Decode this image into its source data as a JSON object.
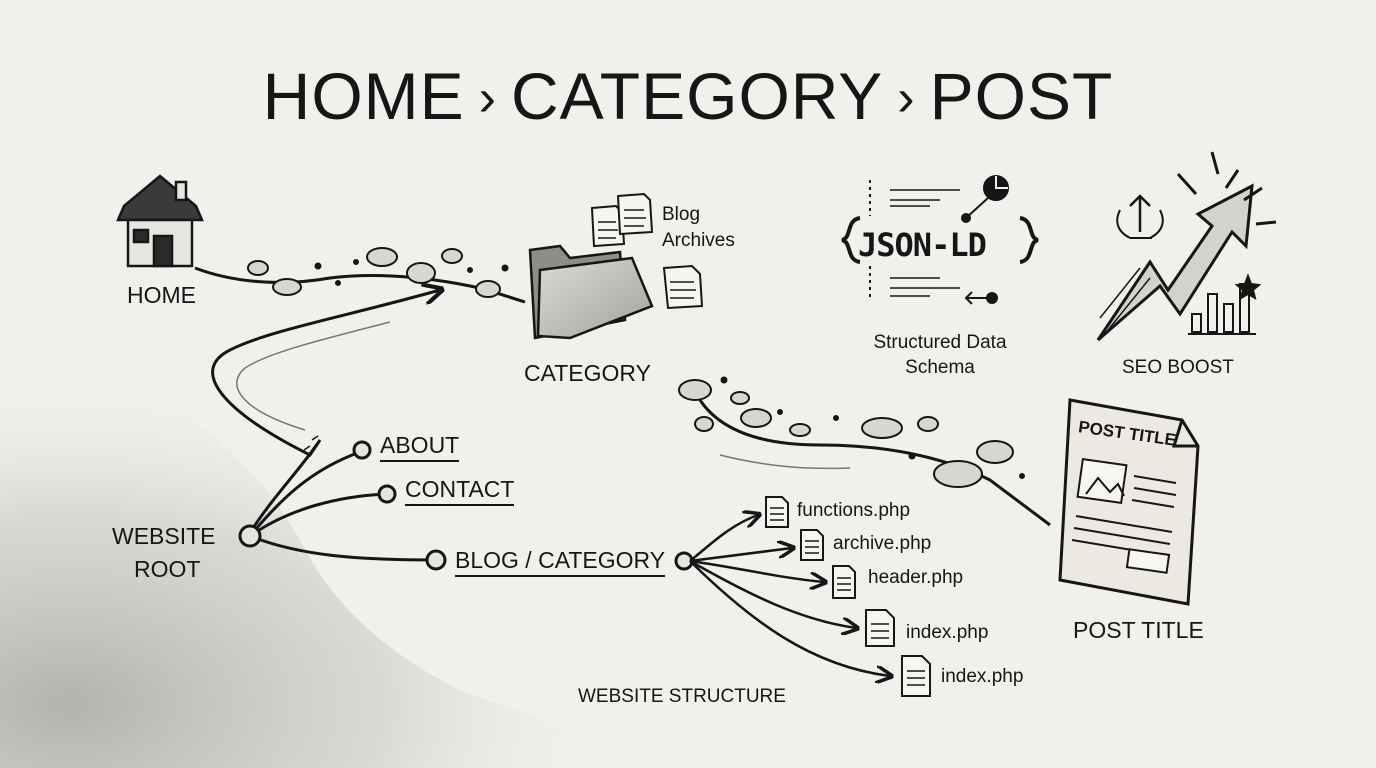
{
  "title": {
    "home": "HOME",
    "separator": "›",
    "category": "CATEGORY",
    "post": "POST"
  },
  "nodes": {
    "home": "HOME",
    "category": "CATEGORY",
    "blog_archives_line1": "Blog",
    "blog_archives_line2": "Archives",
    "json_ld": "JSON-LD",
    "json_ld_caption_line1": "Structured Data",
    "json_ld_caption_line2": "Schema",
    "seo_boost": "SEO BOOST",
    "post_title": "POST TITLE",
    "post_title_doc": "POST TITLE",
    "website_root_line1": "WEBSITE",
    "website_root_line2": "ROOT"
  },
  "menu": {
    "about": "ABOUT",
    "contact": "CONTACT",
    "blog_category": "BLOG / CATEGORY"
  },
  "files": [
    "functions.php",
    "archive.php",
    "header.php",
    "index.php",
    "index.php"
  ],
  "caption": "WEBSITE STRUCTURE",
  "icons": [
    "house-icon",
    "folder-icon",
    "document-icon",
    "json-ld-icon",
    "rising-arrow-icon",
    "bar-chart-icon",
    "trophy-icon",
    "article-icon"
  ],
  "colors": {
    "ink": "#161616",
    "paper": "#f1f0ec",
    "shade": "#c9c7c2"
  }
}
